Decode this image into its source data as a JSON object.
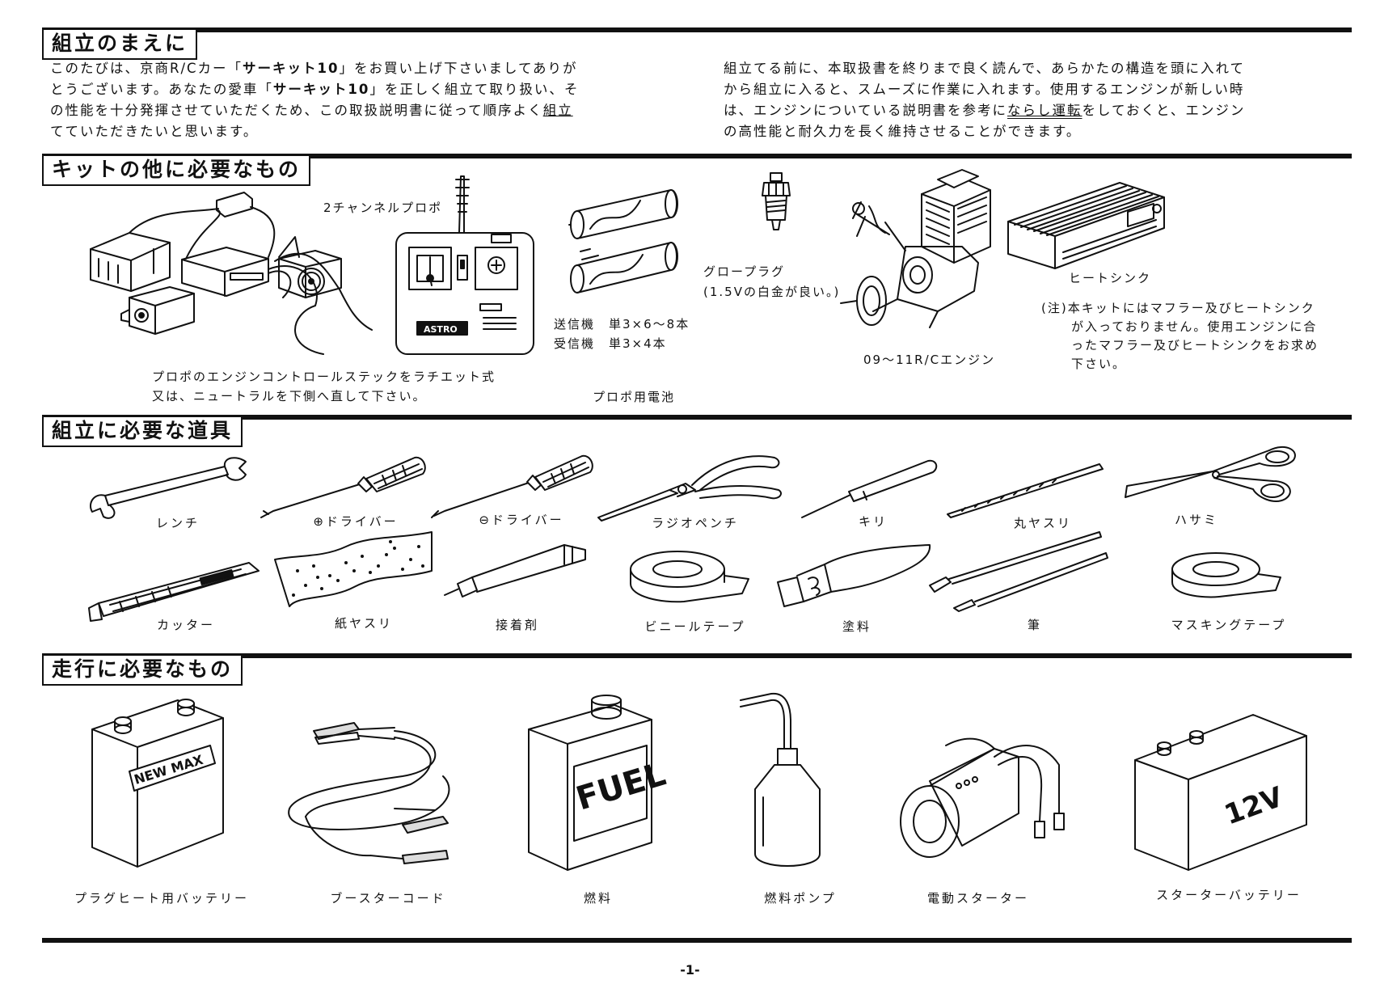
{
  "sections": {
    "before_assembly": {
      "title": "組立のまえに",
      "left_lines": [
        "このたびは、京商R/Cカー「",
        "サーキット10",
        "」をお買い上げ下さいましてありが",
        "とうございます。あなたの愛車「",
        "サーキット10",
        "」を正しく組立て取り扱い、そ",
        "の性能を十分発揮させていただくため、この取扱説明書に従って順序よく",
        "組立",
        "てていただきたいと思います。"
      ],
      "right_lines": [
        "組立てる前に、本取扱書を終りまで良く読んで、あらかたの構造を頭に入れて",
        "から組立に入ると、スムーズに作業に入れます。使用するエンジンが新しい時",
        "は、エンジンについている説明書を参考に",
        "ならし運転",
        "をしておくと、エンジン",
        "の高性能と耐久力を長く維持させることができます。"
      ]
    },
    "kit_extras": {
      "title": "キットの他に必要なもの",
      "propo_label": "2チャンネルプロポ",
      "propo_note_1": "プロポのエンジンコントロールステックをラチエット式",
      "propo_note_2": "又は、ニュートラルを下側へ直して下さい。",
      "transmitter_battery": "送信機　単3×6～8本",
      "receiver_battery": "受信機　単3×4本",
      "battery_label": "プロポ用電池",
      "glow_plug": "グロープラグ",
      "glow_plug_note": "(1.5Vの白金が良い。)",
      "engine": "09～11R/Cエンジン",
      "heatsink": "ヒートシンク",
      "note_1": "(注)本キットにはマフラー及びヒートシンク",
      "note_2": "が入っておりません。使用エンジンに合",
      "note_3": "ったマフラー及びヒートシンクをお求め",
      "note_4": "下さい。",
      "transmitter_brand": "ASTRO"
    },
    "tools": {
      "title": "組立に必要な道具",
      "row1": [
        "レンチ",
        "⊕ドライバー",
        "⊖ドライバー",
        "ラジオペンチ",
        "キリ",
        "丸ヤスリ",
        "ハサミ"
      ],
      "row2": [
        "カッター",
        "紙ヤスリ",
        "接着剤",
        "ビニールテープ",
        "塗料",
        "筆",
        "マスキングテープ"
      ]
    },
    "running": {
      "title": "走行に必要なもの",
      "items": [
        "プラグヒート用バッテリー",
        "ブースターコード",
        "燃料",
        "燃料ポンプ",
        "電動スターター",
        "スターターバッテリー"
      ],
      "battery_brand": "NEW MAX",
      "fuel_can_text": "FUEL",
      "starter_battery_text": "12V"
    }
  },
  "page_number": "-1-"
}
